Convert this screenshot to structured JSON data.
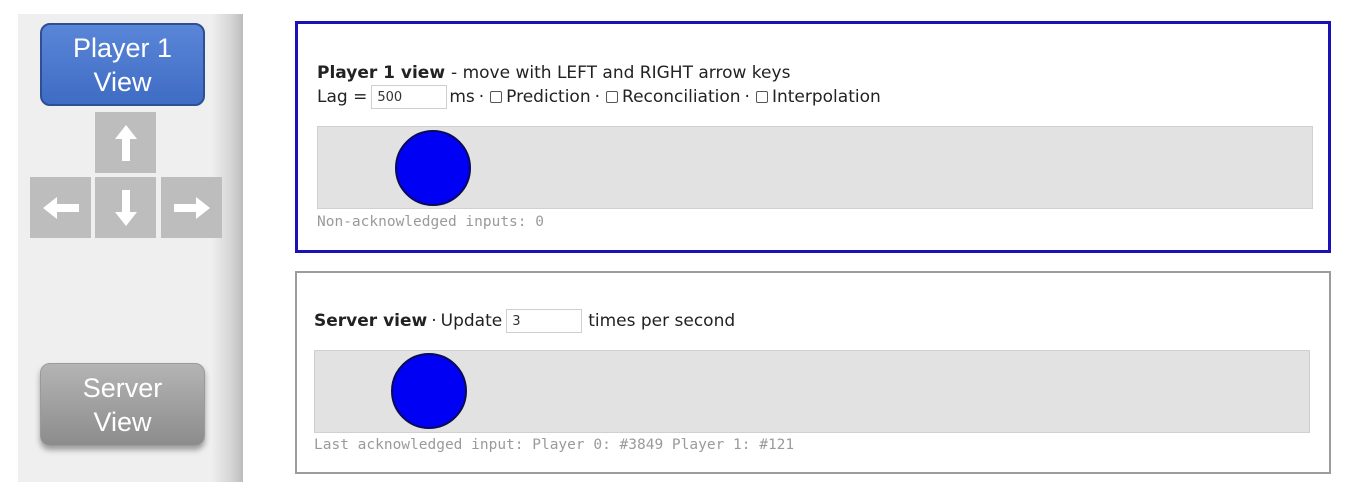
{
  "sidebar": {
    "player_button": "Player 1\nView",
    "server_button": "Server\nView",
    "arrow_keys": [
      "up-arrow-icon",
      "left-arrow-icon",
      "down-arrow-icon",
      "right-arrow-icon"
    ]
  },
  "player_panel": {
    "title": "Player 1 view",
    "subtitle": "- move with LEFT and RIGHT arrow keys",
    "lag_label": "Lag =",
    "lag_value": "500",
    "lag_unit": "ms",
    "dot": "·",
    "prediction_label": "Prediction",
    "prediction_checked": false,
    "reconciliation_label": "Reconciliation",
    "reconciliation_checked": false,
    "interpolation_label": "Interpolation",
    "interpolation_checked": false,
    "status": "Non-acknowledged inputs: 0",
    "border_color": "#1a12b6"
  },
  "server_panel": {
    "title": "Server view",
    "dot": "·",
    "update_label": "Update",
    "update_value": "3",
    "update_unit": "times per second",
    "status": "Last acknowledged input: Player 0: #3849 Player 1: #121"
  },
  "colors": {
    "ball": "#0000f5",
    "canvas": "#e2e2e2",
    "player_button": "#4a77cf",
    "server_button": "#a0a0a0"
  }
}
